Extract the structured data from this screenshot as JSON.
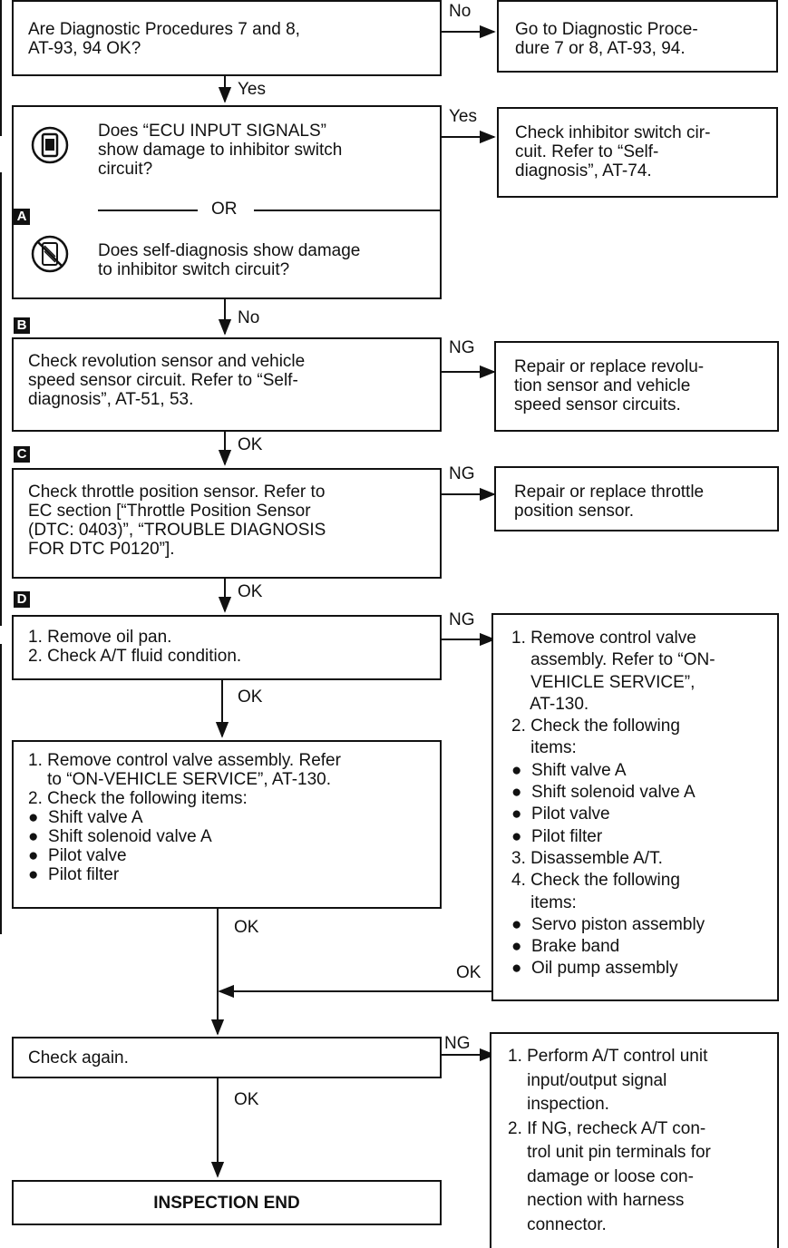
{
  "boxes": {
    "q1": "Are Diagnostic Procedures 7 and 8,\nAT-93, 94 OK?",
    "q1_no": "Go to Diagnostic Proce-\ndure 7 or 8, AT-93, 94.",
    "q2a": "Does “ECU INPUT SIGNALS”\nshow damage to inhibitor switch\ncircuit?",
    "or": "OR",
    "q2b": "Does self-diagnosis show damage\nto inhibitor switch circuit?",
    "q2_yes": "Check inhibitor switch cir-\ncuit. Refer to “Self-\ndiagnosis”, AT-74.",
    "b_check": "Check revolution sensor and vehicle\nspeed sensor circuit. Refer to “Self-\ndiagnosis”, AT-51, 53.",
    "b_ng": "Repair or replace revolu-\ntion sensor and vehicle\nspeed sensor circuits.",
    "c_check": "Check throttle position sensor. Refer to\nEC section [“Throttle Position Sensor\n(DTC: 0403)”, “TROUBLE DIAGNOSIS\nFOR DTC P0120”].",
    "c_ng": "Repair or replace throttle\nposition sensor.",
    "d_check": "1. Remove oil pan.\n2. Check A/T fluid condition.",
    "d_ng": "1. Remove control valve\n    assembly. Refer to “ON-\n    VEHICLE SERVICE”,\n    AT-130.\n2. Check the following\n    items:\n●  Shift valve A\n●  Shift solenoid valve A\n●  Pilot valve\n●  Pilot filter\n3. Disassemble A/T.\n4. Check the following\n    items:\n●  Servo piston assembly\n●  Brake band\n●  Oil pump assembly",
    "valve": "1. Remove control valve assembly. Refer\n    to “ON-VEHICLE SERVICE”, AT-130.\n2. Check the following items:\n●  Shift valve A\n●  Shift solenoid valve A\n●  Pilot valve\n●  Pilot filter",
    "again": "Check again.",
    "again_ng": "1. Perform A/T control unit\n    input/output signal\n    inspection.\n2. If NG, recheck A/T con-\n    trol unit pin terminals for\n    damage or loose con-\n    nection with harness\n    connector.",
    "end": "INSPECTION END"
  },
  "markers": {
    "a": "A",
    "b": "B",
    "c": "C",
    "d": "D"
  },
  "labels": {
    "no1": "No",
    "yes1": "Yes",
    "yes2": "Yes",
    "no2": "No",
    "ng1": "NG",
    "ok1": "OK",
    "ng2": "NG",
    "ok2": "OK",
    "ng3": "NG",
    "ok3": "OK",
    "ok4": "OK",
    "ok5": "OK",
    "ng4": "NG",
    "ok6": "OK"
  },
  "icons": [
    "consult-icon",
    "no-consult-icon"
  ]
}
